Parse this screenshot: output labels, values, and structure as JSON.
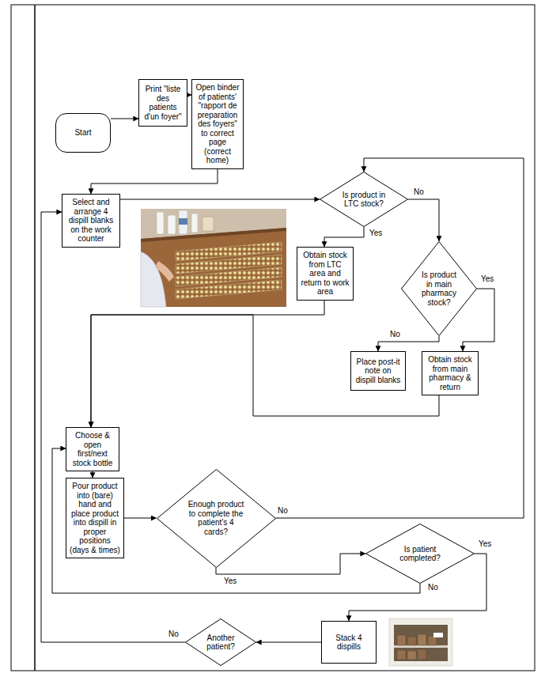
{
  "diagram": {
    "nodes": [
      {
        "text": [
          "Start"
        ]
      },
      {
        "text": [
          "Print \"liste des patients d'un foyer\""
        ]
      },
      {
        "text": [
          "Open binder of patients' \"rapport de preparation des foyers\" to correct page (correct home)"
        ]
      },
      {
        "text": [
          "Select and arrange 4 dispill blanks on the work counter"
        ]
      },
      {
        "text": [
          "Is product in LTC stock?"
        ]
      },
      {
        "text": [
          "Obtain stock from LTC area and return to work area"
        ]
      },
      {
        "text": [
          "Is product in main pharmacy stock?"
        ]
      },
      {
        "text": [
          "Place post-it note on dispill blanks"
        ]
      },
      {
        "text": [
          "Obtain stock from main pharmacy & return"
        ]
      },
      {
        "text": [
          "Choose & open first/next stock bottle"
        ]
      },
      {
        "text": [
          "Pour product into (bare) hand and place product into dispill in proper positions (days & times)"
        ]
      },
      {
        "text": [
          "Enough product to complete the patient's 4 cards?"
        ]
      },
      {
        "text": [
          "Is patient completed?"
        ]
      },
      {
        "text": [
          "Stack 4 dispills"
        ]
      },
      {
        "text": [
          "Another patient?"
        ]
      }
    ],
    "edges": [
      {
        "from": 0,
        "to": 1,
        "arrow": "to"
      },
      {
        "from": 1,
        "to": 2,
        "arrow": "to"
      },
      {
        "from": 2,
        "to": 3,
        "arrow": "to"
      },
      {
        "from": 3,
        "to": 4,
        "arrow": "to"
      },
      {
        "from": 4,
        "to": 5,
        "label": "Yes",
        "arrow": "to"
      },
      {
        "from": 4,
        "to": 6,
        "label": "No",
        "arrow": "to"
      },
      {
        "from": 6,
        "to": 7,
        "label": "No",
        "arrow": "to"
      },
      {
        "from": 6,
        "to": 8,
        "label": "Yes",
        "arrow": "to"
      },
      {
        "from": 5,
        "to": 9,
        "arrow": "to"
      },
      {
        "from": 8,
        "to": 9,
        "arrow": "to"
      },
      {
        "from": 9,
        "to": 10,
        "arrow": "to"
      },
      {
        "from": 10,
        "to": 11,
        "arrow": "to"
      },
      {
        "from": 11,
        "to": 4,
        "label": "No",
        "arrow": "to"
      },
      {
        "from": 11,
        "to": 12,
        "label": "Yes",
        "arrow": "to"
      },
      {
        "from": 12,
        "to": 9,
        "label": "No",
        "arrow": "to"
      },
      {
        "from": 12,
        "to": 13,
        "label": "Yes",
        "arrow": "to"
      },
      {
        "from": 13,
        "to": 14,
        "arrow": "to"
      },
      {
        "from": 14,
        "to": 3,
        "label": "No",
        "arrow": "to"
      }
    ]
  }
}
